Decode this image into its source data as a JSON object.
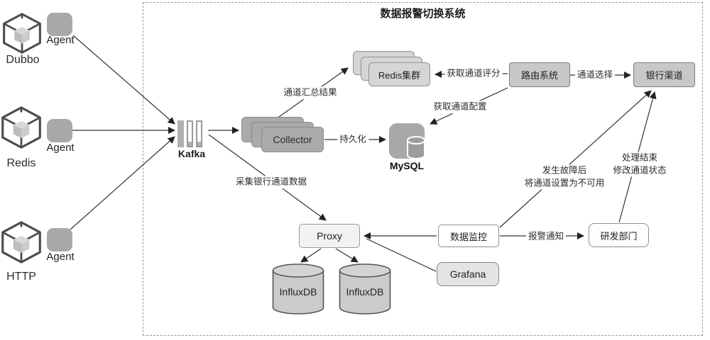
{
  "title": "数据报警切换系统",
  "sources": [
    {
      "name": "Dubbo",
      "agent": "Agent"
    },
    {
      "name": "Redis",
      "agent": "Agent"
    },
    {
      "name": "HTTP",
      "agent": "Agent"
    }
  ],
  "nodes": {
    "kafka": {
      "label": "Kafka"
    },
    "collector": {
      "label": "Collector"
    },
    "redis_cluster": {
      "label": "Redis集群"
    },
    "mysql": {
      "label": "MySQL"
    },
    "routing_system": {
      "label": "路由系统"
    },
    "bank_channel": {
      "label": "银行渠道"
    },
    "proxy": {
      "label": "Proxy"
    },
    "influxdb_left": {
      "label": "InfluxDB"
    },
    "influxdb_right": {
      "label": "InfluxDB"
    },
    "data_monitor": {
      "label": "数据监控"
    },
    "grafana": {
      "label": "Grafana"
    },
    "rnd_department": {
      "label": "研发部门"
    }
  },
  "edge_labels": {
    "channel_summary": "通道汇总结果",
    "persistence": "持久化",
    "get_channel_score": "获取通道评分",
    "get_channel_config": "获取通道配置",
    "channel_select": "通道选择",
    "collect_bank_data": "采集银行通道数据",
    "alarm_notify": "报警通知",
    "failure_line1": "发生故障后",
    "failure_line2": "将通道设置为不可用",
    "done_line1": "处理结束",
    "done_line2": "修改通道状态"
  },
  "colors": {
    "node_dark_gray": "#a8a8a8",
    "node_mid_gray": "#c8c8c8",
    "node_light_gray": "#d5d5d5",
    "node_pale_gray": "#e4e4e4",
    "node_white": "#ffffff",
    "border_gray": "#8a8a8a",
    "line_color": "#333333",
    "dashed_border": "#999999"
  }
}
